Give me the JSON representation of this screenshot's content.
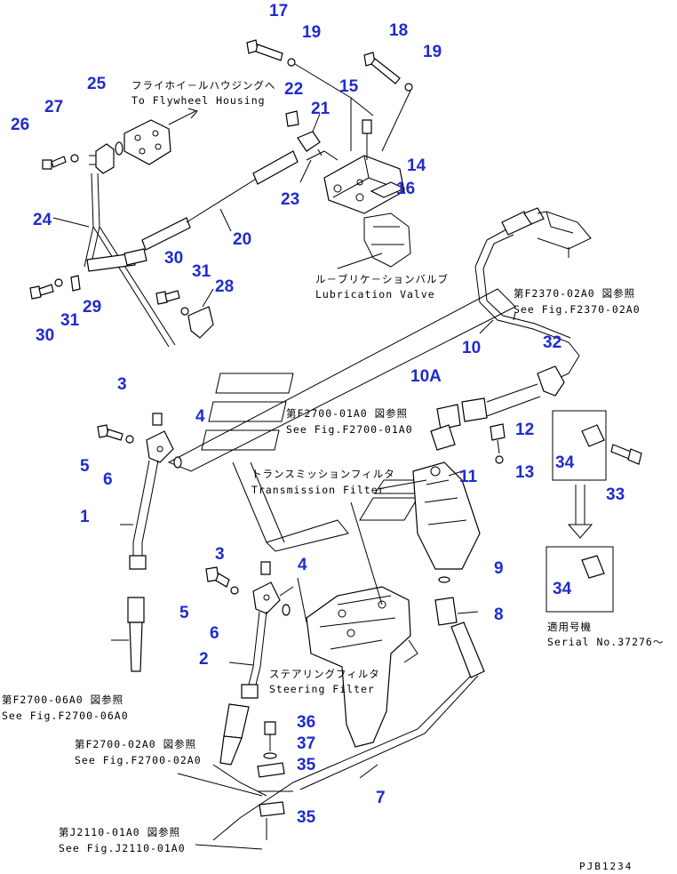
{
  "diagram": {
    "part_numbers": [
      "17",
      "19",
      "18",
      "19",
      "25",
      "22",
      "15",
      "21",
      "27",
      "26",
      "14",
      "16",
      "23",
      "24",
      "20",
      "30",
      "31",
      "28",
      "29",
      "30",
      "31",
      "10",
      "32",
      "10A",
      "3",
      "4",
      "12",
      "5",
      "6",
      "13",
      "11",
      "34",
      "33",
      "1",
      "3",
      "9",
      "4",
      "5",
      "8",
      "34",
      "6",
      "2",
      "36",
      "37",
      "35",
      "7",
      "35"
    ],
    "labels": {
      "flywheel_jp": "フライホイ－ルハウジングへ",
      "flywheel_en": "To Flywheel Housing",
      "lube_jp": "ル－ブリケ－ションバルブ",
      "lube_en": "Lubrication Valve",
      "fig_f2370_jp": "第F2370-02A0 図参照",
      "fig_f2370_en": "See Fig.F2370-02A0",
      "fig_f2700_01_jp": "第F2700-01A0 図参照",
      "fig_f2700_01_en": "See Fig.F2700-01A0",
      "trans_jp": "トランスミッションフィルタ",
      "trans_en": "Transmission Filter",
      "steer_jp": "ステアリングフィルタ",
      "steer_en": "Steering Filter",
      "fig_f2700_06_jp": "第F2700-06A0 図参照",
      "fig_f2700_06_en": "See Fig.F2700-06A0",
      "fig_f2700_02_jp": "第F2700-02A0 図参照",
      "fig_f2700_02_en": "See Fig.F2700-02A0",
      "fig_j2110_jp": "第J2110-01A0 図参照",
      "fig_j2110_en": "See Fig.J2110-01A0",
      "serial_jp": "適用号機",
      "serial_en": "Serial No.37276～",
      "drawing_code": "PJB1234"
    }
  }
}
